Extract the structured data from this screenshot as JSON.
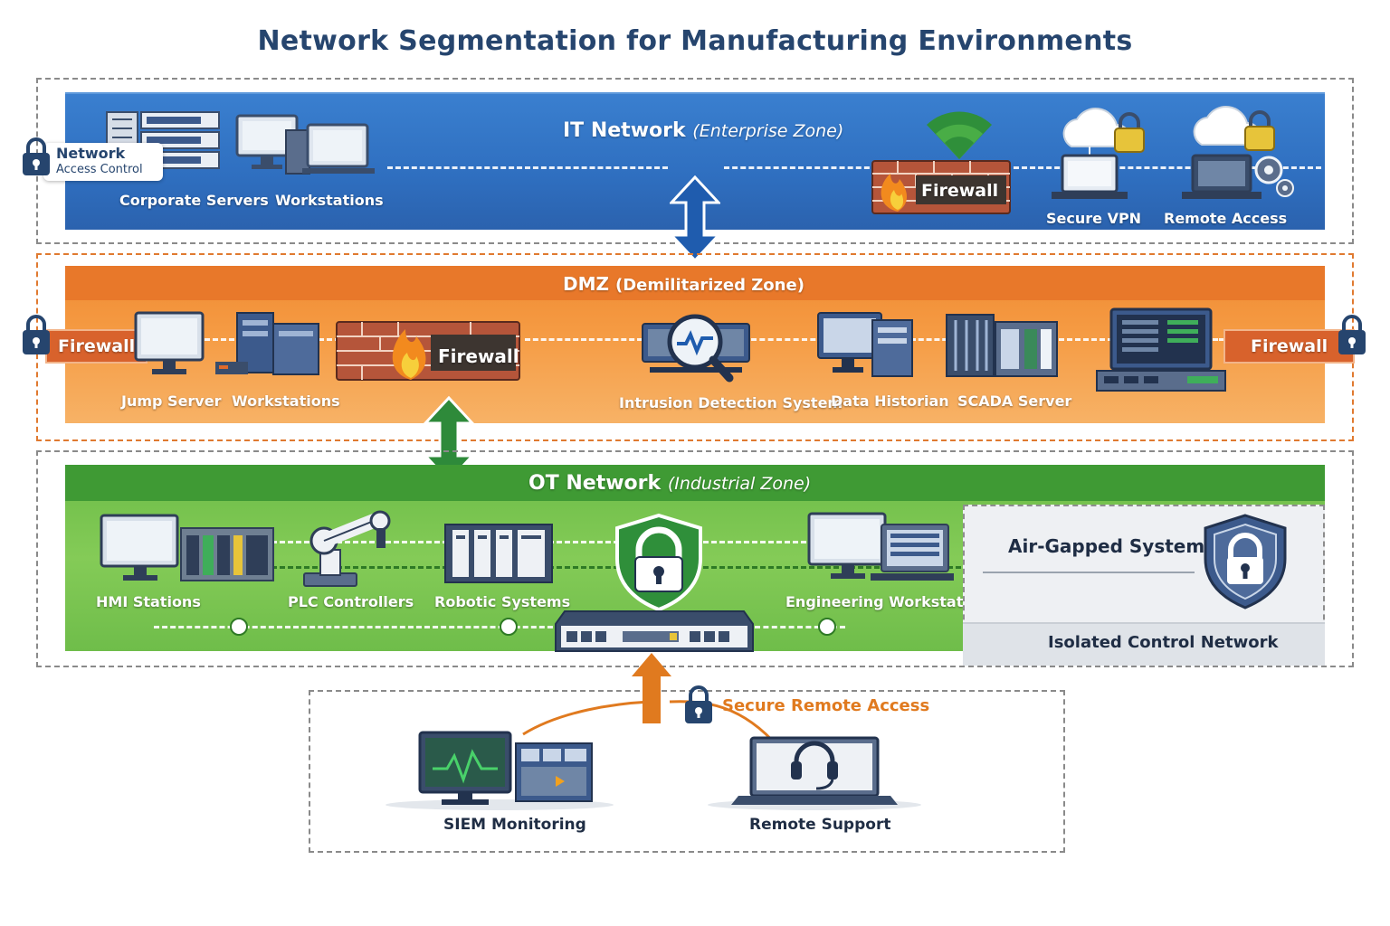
{
  "title": "Network Segmentation for Manufacturing Environments",
  "it_zone": {
    "name": "IT Network",
    "qualifier": "(Enterprise Zone)",
    "nac_line1": "Network",
    "nac_line2": "Access Control",
    "items": [
      "Corporate Servers",
      "Workstations",
      "Secure VPN",
      "Remote Access"
    ],
    "firewall": "Firewall"
  },
  "dmz_zone": {
    "name": "DMZ",
    "qualifier": "(Demilitarized Zone)",
    "firewall_left": "Firewall",
    "firewall_center": "Firewall",
    "firewall_right": "Firewall",
    "items": [
      "Jump Server",
      "Workstations",
      "Intrusion Detection System",
      "Data Historian",
      "SCADA Server"
    ]
  },
  "ot_zone": {
    "name": "OT Network",
    "qualifier": "(Industrial Zone)",
    "items": [
      "HMI Stations",
      "PLC Controllers",
      "Robotic Systems",
      "Engineering Workstation"
    ],
    "air_gapped": "Air-Gapped Systems",
    "isolated": "Isolated Control Network"
  },
  "remote": {
    "secure_label": "Secure Remote Access",
    "items": [
      "SIEM Monitoring",
      "Remote Support"
    ]
  },
  "colors": {
    "it_blue": "#2f6fc0",
    "dmz_orange": "#e8782a",
    "ot_green": "#3f9a34",
    "arrow_blue": "#1f5cae",
    "arrow_green": "#2e8a3a",
    "arrow_orange": "#e07a1f",
    "title_navy": "#26456e"
  }
}
